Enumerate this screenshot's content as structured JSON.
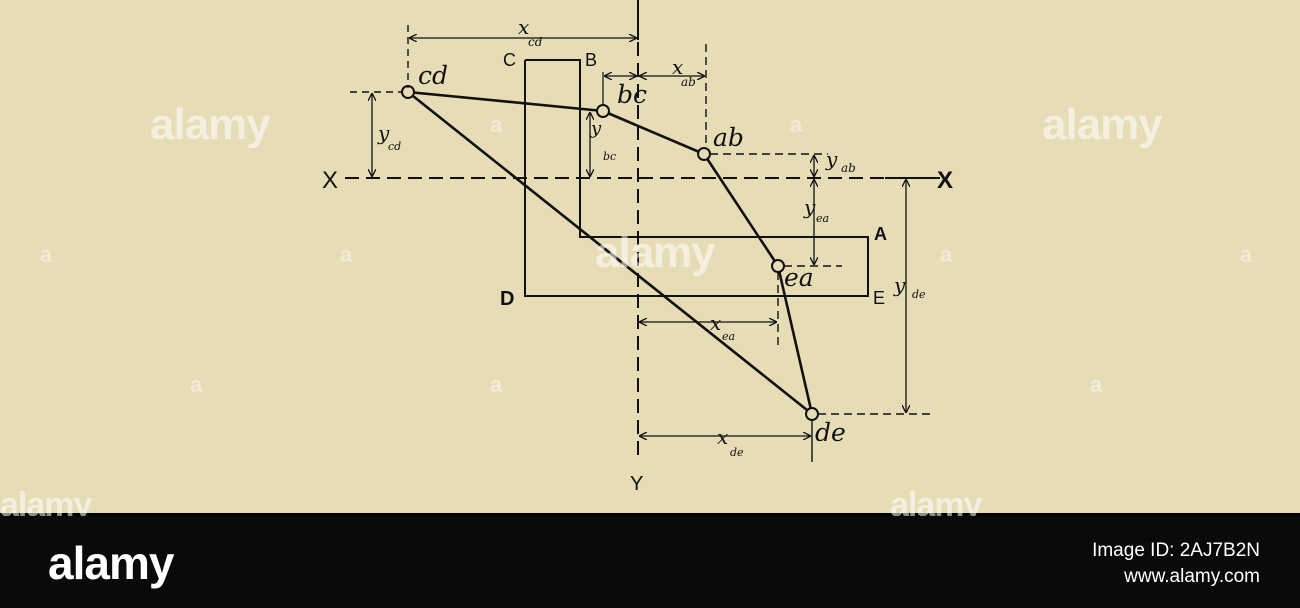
{
  "figure": {
    "axis_labels": {
      "x_left": "X",
      "x_right": "X",
      "y_bottom": "Y"
    },
    "section_corners": {
      "A": "A",
      "B": "B",
      "C": "C",
      "D": "D",
      "E": "E"
    },
    "vertex_labels": {
      "cd": "cd",
      "bc": "bc",
      "ab": "ab",
      "ea": "ea",
      "de": "de"
    },
    "dimension_labels": {
      "x_cd": "x",
      "x_cd_sub": "cd",
      "x_ab": "x",
      "x_ab_sub": "ab",
      "x_ea": "x",
      "x_ea_sub": "ea",
      "x_de": "x",
      "x_de_sub": "de",
      "y_cd": "y",
      "y_cd_sub": "cd",
      "y_bc": "y",
      "y_bc_sub": "bc",
      "y_ab": "y",
      "y_ab_sub": "ab",
      "y_ea": "y",
      "y_ea_sub": "ea",
      "y_de": "y",
      "y_de_sub": "de"
    }
  },
  "stock": {
    "logo": "alamy",
    "image_id": "Image ID: 2AJ7B2N",
    "url": "www.alamy.com"
  }
}
